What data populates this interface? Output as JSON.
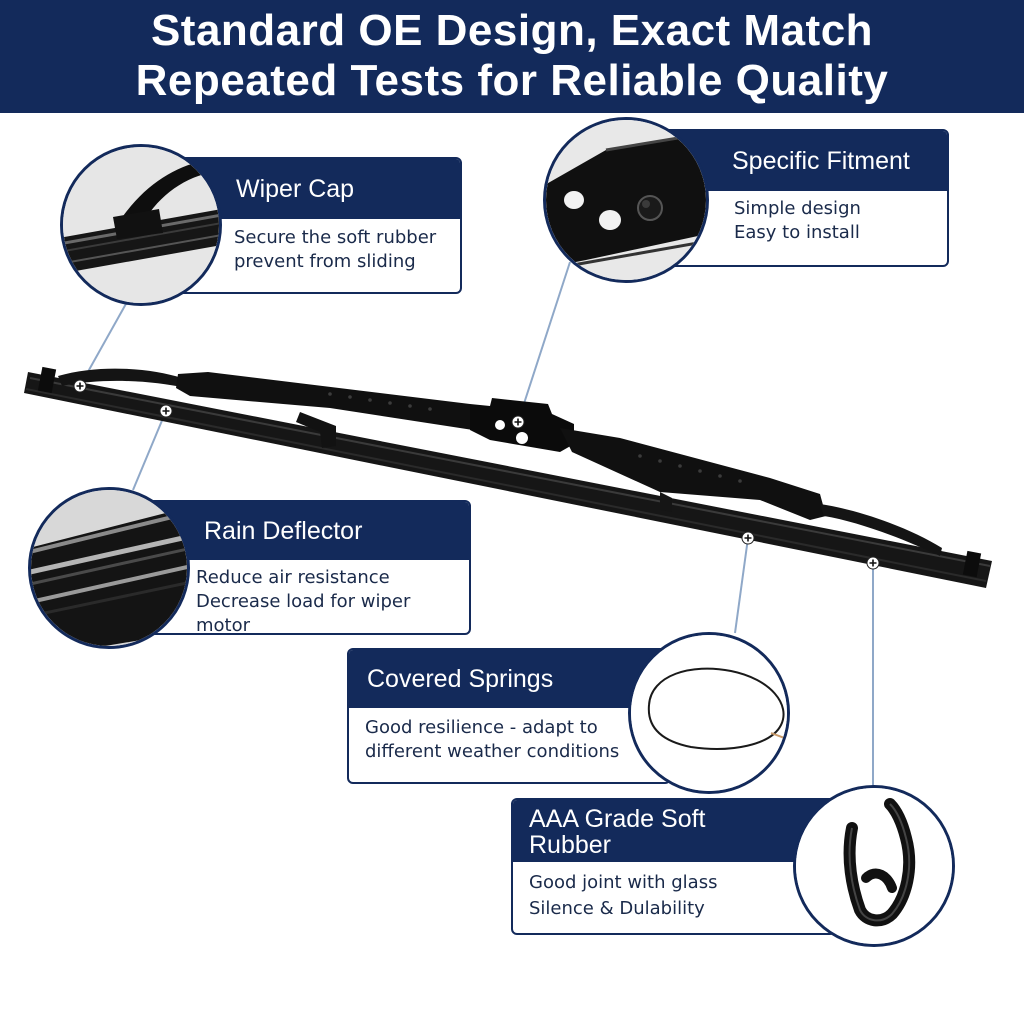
{
  "header": {
    "line1": "Standard OE Design, Exact Match",
    "line2": "Repeated Tests for Reliable Quality"
  },
  "colors": {
    "navy": "#132a5b",
    "blade": "#111111",
    "leader": "#8fa8c8",
    "background": "#ffffff"
  },
  "features": {
    "wiper_cap": {
      "title": "Wiper Cap",
      "desc1": "Secure the soft rubber",
      "desc2": "prevent from sliding",
      "icon": "wiper-cap-closeup"
    },
    "specific_fitment": {
      "title": "Specific Fitment",
      "desc1": "Simple design",
      "desc2": "Easy to install",
      "icon": "adapter-closeup"
    },
    "rain_deflector": {
      "title": "Rain Deflector",
      "desc1": "Reduce air resistance",
      "desc2": "Decrease load for wiper motor",
      "icon": "deflector-closeup"
    },
    "covered_springs": {
      "title": "Covered Springs",
      "desc1": "Good resilience - adapt to",
      "desc2": "different weather conditions",
      "icon": "spring-wire-closeup"
    },
    "soft_rubber": {
      "title1": "AAA Grade Soft",
      "title2": "Rubber",
      "desc1": "Good joint with glass",
      "desc2": "Silence & Dulability",
      "icon": "rubber-strip-closeup"
    }
  }
}
